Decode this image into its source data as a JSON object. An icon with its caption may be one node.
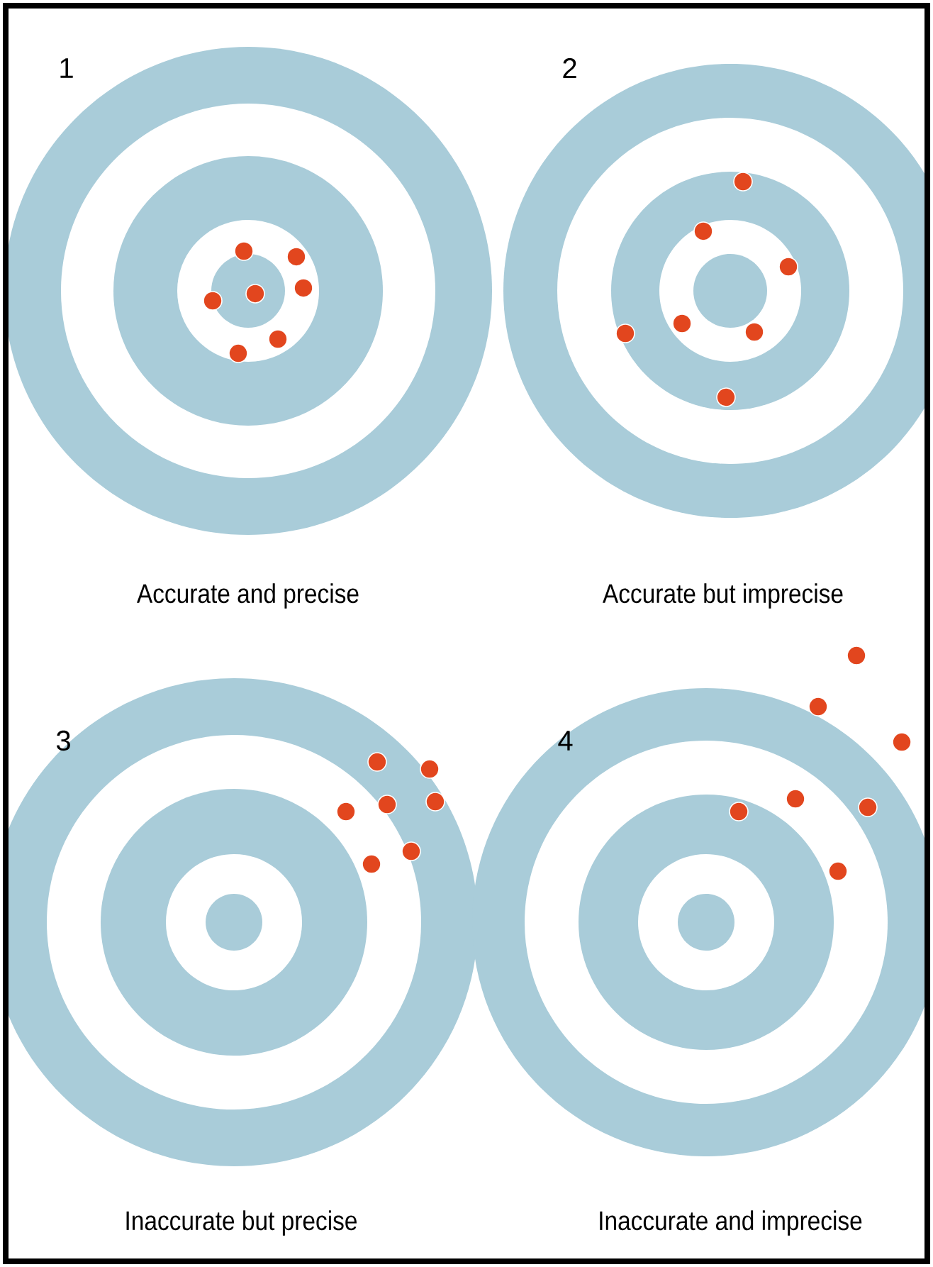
{
  "diagram": {
    "labels": [
      "1",
      "2",
      "Accurate and precise",
      "Accurate but imprecise",
      "3",
      "4",
      "Inaccurate but precise",
      "Inaccurate and imprecise"
    ]
  }
}
